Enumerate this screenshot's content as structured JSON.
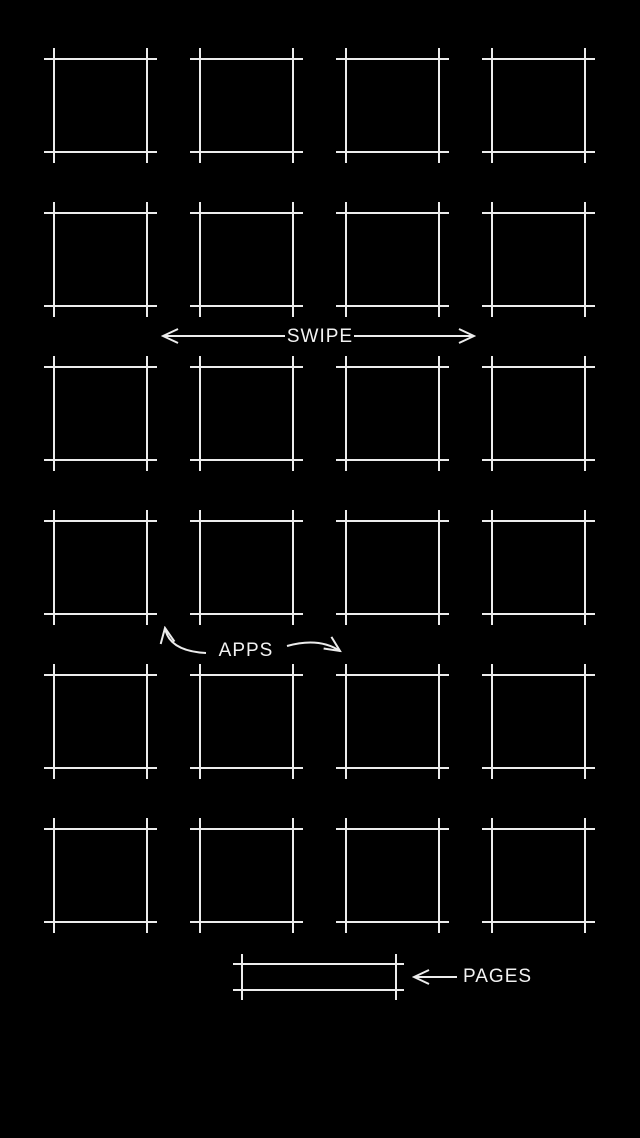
{
  "meta": {
    "description": "Black minimalist phone home-screen guide wallpaper with placeholder app squares and instructional annotations"
  },
  "style": {
    "background": "#000000",
    "line_color": "#ececec",
    "text_color": "#f2f2f2"
  },
  "grid": {
    "rows": 6,
    "columns": 4,
    "total_slots": 24
  },
  "labels": {
    "swipe": "SWIPE",
    "apps": "APPS",
    "pages": "PAGES"
  }
}
